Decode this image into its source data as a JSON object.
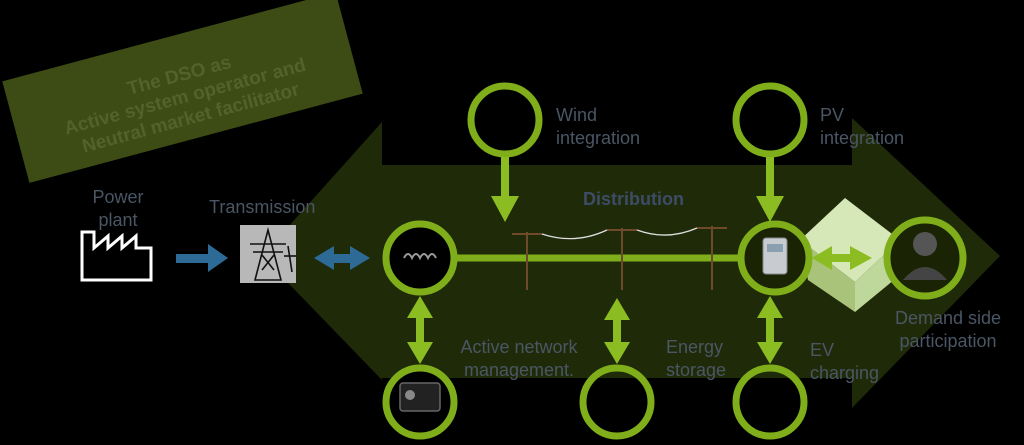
{
  "banner": {
    "line1": "The DSO as",
    "line2": "Active system operator and",
    "line3": "Neutral market facilitator"
  },
  "labels": {
    "power_plant_1": "Power",
    "power_plant_2": "plant",
    "transmission": "Transmission",
    "distribution": "Distribution",
    "wind_1": "Wind",
    "wind_2": "integration",
    "pv_1": "PV",
    "pv_2": "integration",
    "active_net_1": "Active network",
    "active_net_2": "management.",
    "energy_1": "Energy",
    "energy_2": "storage",
    "ev_1": "EV",
    "ev_2": "charging",
    "demand_1": "Demand side",
    "demand_2": "participation"
  },
  "colors": {
    "big_arrow": "#1f2a08",
    "ring": "#7fae1a",
    "link_arrow": "#8bbd22",
    "blue_arrow": "#2d6a96",
    "banner": "#3c4c14",
    "cube": "#c9dca4"
  }
}
